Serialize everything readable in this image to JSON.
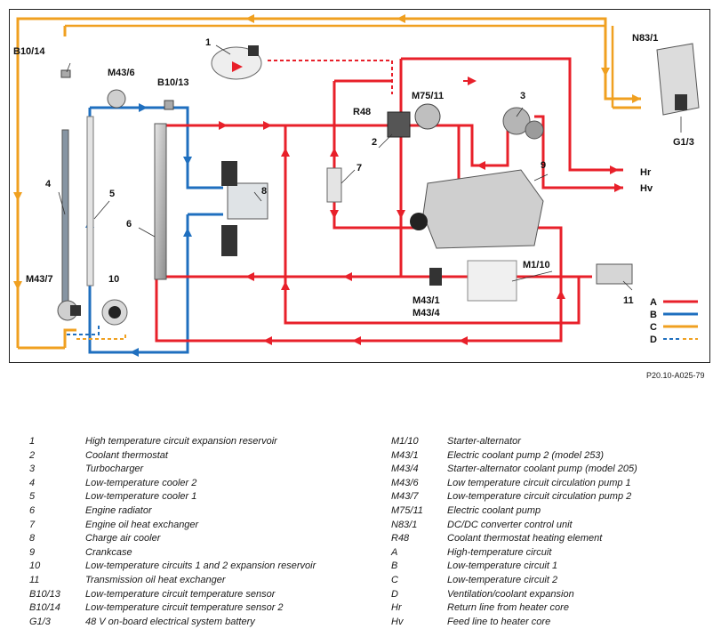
{
  "diagram": {
    "reference": "P20.10-A025-79",
    "labels": {
      "n1": "1",
      "n2": "2",
      "n3": "3",
      "n4": "4",
      "n5": "5",
      "n6": "6",
      "n7": "7",
      "n8": "8",
      "n9": "9",
      "n10": "10",
      "n11": "11",
      "b1014": "B10/14",
      "b1013": "B10/13",
      "m436": "M43/6",
      "m437": "M43/7",
      "r48": "R48",
      "m7511": "M75/11",
      "n831": "N83/1",
      "g13": "G1/3",
      "hr": "Hr",
      "hv": "Hv",
      "m110": "M1/10",
      "m431": "M43/1",
      "m434": "M43/4"
    },
    "line_legend": [
      {
        "key": "A",
        "color": "#e8202a",
        "style": "solid"
      },
      {
        "key": "B",
        "color": "#1f6fbf",
        "style": "solid"
      },
      {
        "key": "C",
        "color": "#f0a020",
        "style": "solid"
      },
      {
        "key": "D",
        "color": "#1f6fbf",
        "color2": "#f0a020",
        "style": "dashed"
      }
    ],
    "colors": {
      "circuit_a": "#e8202a",
      "circuit_b": "#1f6fbf",
      "circuit_c": "#f0a020"
    }
  },
  "legend": {
    "left": [
      {
        "code": "1",
        "text": "High temperature circuit expansion reservoir"
      },
      {
        "code": "2",
        "text": "Coolant thermostat"
      },
      {
        "code": "3",
        "text": "Turbocharger"
      },
      {
        "code": "4",
        "text": "Low-temperature cooler 2"
      },
      {
        "code": "5",
        "text": "Low-temperature cooler 1"
      },
      {
        "code": "6",
        "text": "Engine radiator"
      },
      {
        "code": "7",
        "text": "Engine oil heat exchanger"
      },
      {
        "code": "8",
        "text": "Charge air cooler"
      },
      {
        "code": "9",
        "text": "Crankcase"
      },
      {
        "code": "10",
        "text": "Low-temperature circuits 1 and 2 expansion reservoir"
      },
      {
        "code": "11",
        "text": "Transmission oil heat exchanger"
      },
      {
        "code": "B10/13",
        "text": "Low-temperature circuit temperature sensor"
      },
      {
        "code": "B10/14",
        "text": "Low-temperature circuit temperature sensor 2"
      },
      {
        "code": "G1/3",
        "text": "48 V on-board electrical system battery"
      }
    ],
    "right": [
      {
        "code": "M1/10",
        "text": "Starter-alternator"
      },
      {
        "code": "M43/1",
        "text": "Electric coolant pump 2 (model 253)"
      },
      {
        "code": "M43/4",
        "text": "Starter-alternator coolant pump (model 205)"
      },
      {
        "code": "M43/6",
        "text": "Low temperature circuit circulation pump 1"
      },
      {
        "code": "M43/7",
        "text": "Low-temperature circuit circulation pump 2"
      },
      {
        "code": "M75/11",
        "text": "Electric coolant pump"
      },
      {
        "code": "N83/1",
        "text": "DC/DC converter control unit"
      },
      {
        "code": "R48",
        "text": "Coolant thermostat heating element"
      },
      {
        "code": "A",
        "text": "High-temperature circuit"
      },
      {
        "code": "B",
        "text": "Low-temperature circuit 1"
      },
      {
        "code": "C",
        "text": "Low-temperature circuit 2"
      },
      {
        "code": "D",
        "text": "Ventilation/coolant expansion"
      },
      {
        "code": "Hr",
        "text": "Return line from heater core"
      },
      {
        "code": "Hv",
        "text": "Feed line to heater core"
      }
    ]
  }
}
